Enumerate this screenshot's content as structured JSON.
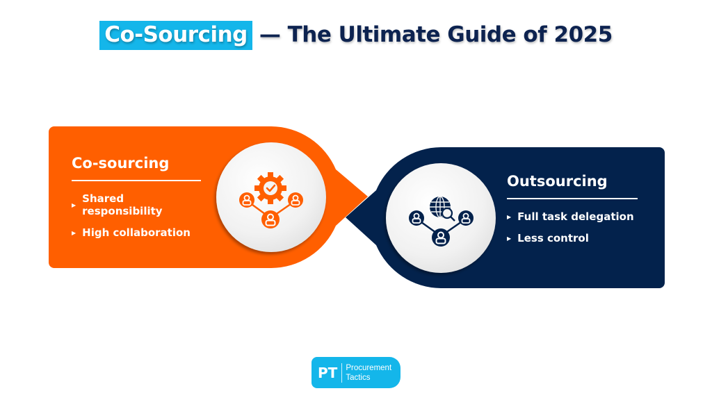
{
  "header": {
    "title_highlight": "Co-Sourcing",
    "title_rest": "— The Ultimate Guide of 2025"
  },
  "colors": {
    "orange": "#ff5f00",
    "navy": "#03224c",
    "cyan": "#14b6ea",
    "title_text": "#0d2350"
  },
  "left_panel": {
    "title": "Co-sourcing",
    "bullets": [
      "Shared responsibility",
      "High collaboration"
    ],
    "icon": "gear-check-network-people-icon"
  },
  "right_panel": {
    "title": "Outsourcing",
    "bullets": [
      "Full task delegation",
      "Less control"
    ],
    "icon": "globe-search-network-people-icon"
  },
  "logo": {
    "mark": "PT",
    "line1": "Procurement",
    "line2": "Tactics"
  }
}
